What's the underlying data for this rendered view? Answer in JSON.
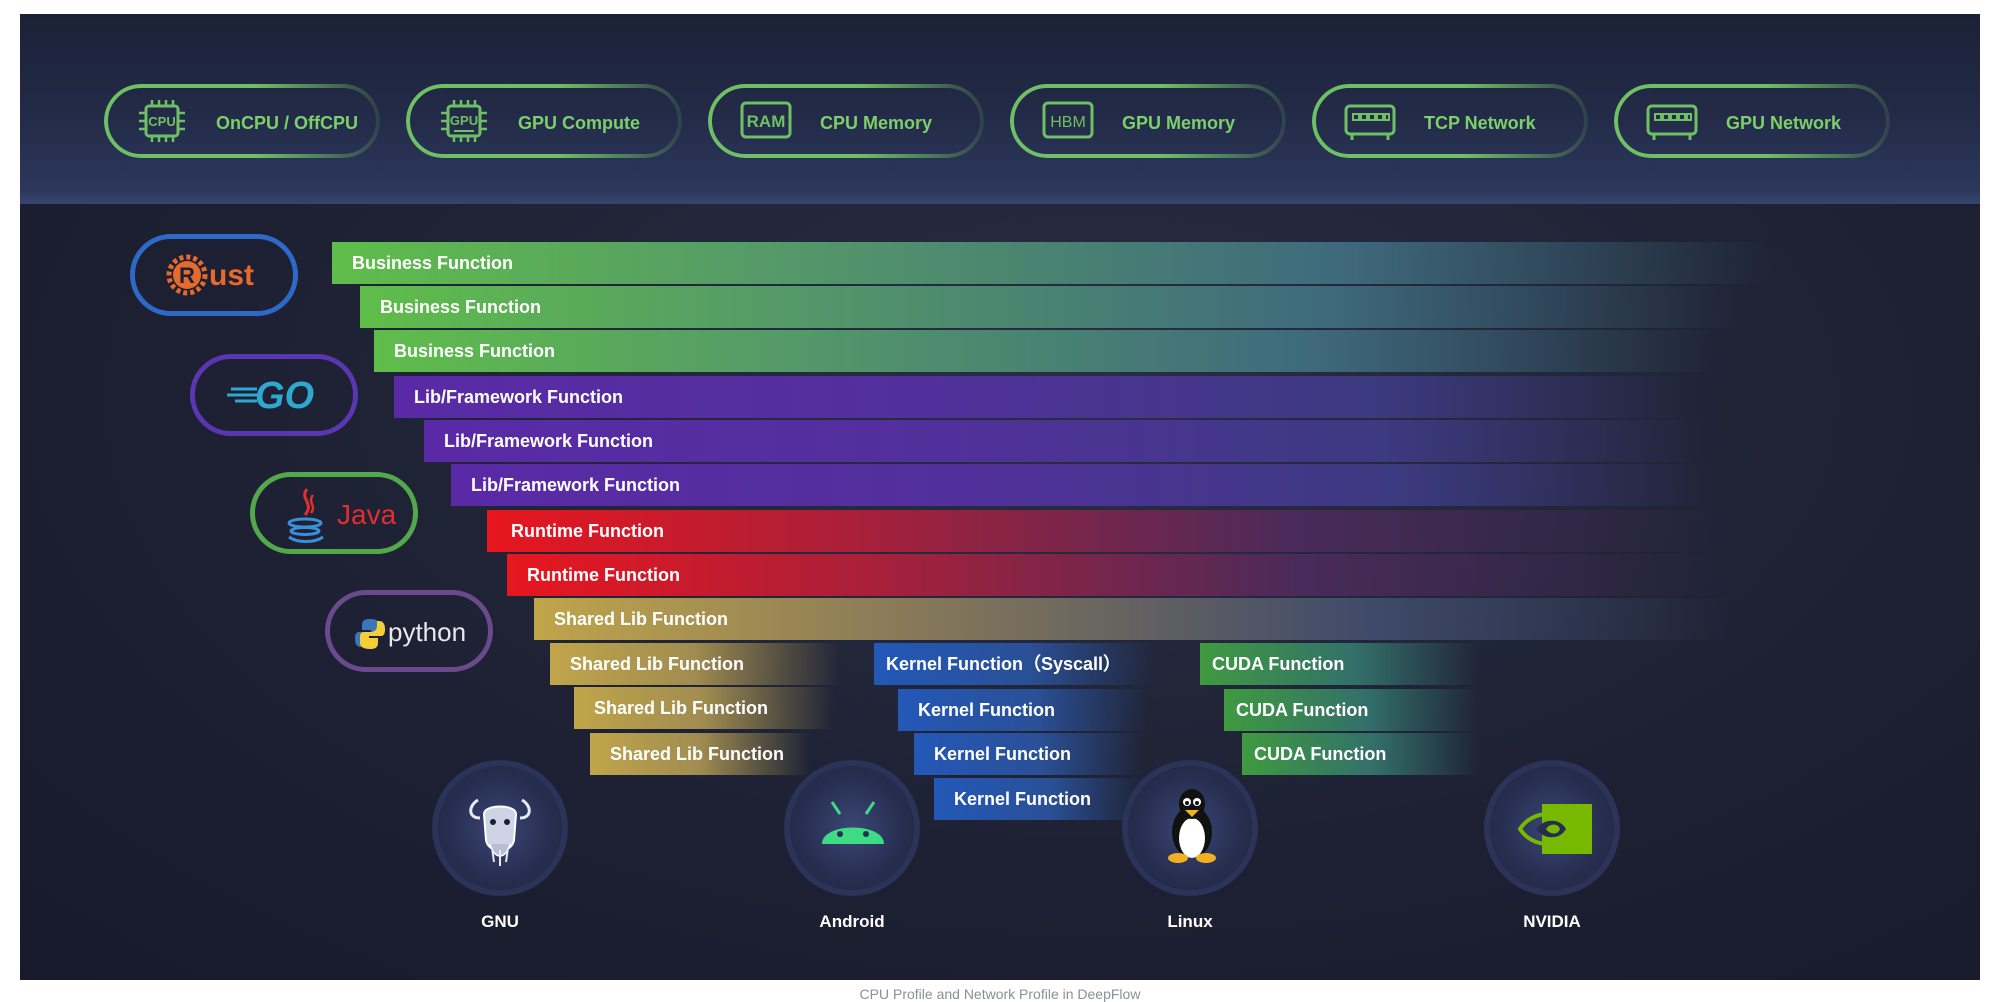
{
  "profile_types": [
    {
      "label": "OnCPU / OffCPU",
      "icon": "cpu-chip-icon",
      "icon_text": "CPU"
    },
    {
      "label": "GPU Compute",
      "icon": "gpu-chip-icon",
      "icon_text": "GPU"
    },
    {
      "label": "CPU Memory",
      "icon": "ram-icon",
      "icon_text": "RAM"
    },
    {
      "label": "GPU  Memory",
      "icon": "hbm-icon",
      "icon_text": "HBM"
    },
    {
      "label": "TCP Network",
      "icon": "network-switch-icon",
      "icon_text": ""
    },
    {
      "label": "GPU Network",
      "icon": "network-switch-icon",
      "icon_text": ""
    }
  ],
  "languages": [
    {
      "name": "Rust",
      "icon": "rust-logo-icon",
      "text": "ust",
      "color": "#e66a2c"
    },
    {
      "name": "Go",
      "icon": "go-logo-icon",
      "text": "GO",
      "color": "#2fa8d0"
    },
    {
      "name": "Java",
      "icon": "java-logo-icon",
      "text": "Java",
      "color": "#e02f2f"
    },
    {
      "name": "python",
      "icon": "python-logo-icon",
      "text": "python",
      "color": "#e8e8ee"
    }
  ],
  "stack_bars": [
    {
      "label": "Business Function",
      "kind": "business"
    },
    {
      "label": "Business Function",
      "kind": "business"
    },
    {
      "label": "Business Function",
      "kind": "business"
    },
    {
      "label": "Lib/Framework Function",
      "kind": "lib"
    },
    {
      "label": "Lib/Framework Function",
      "kind": "lib"
    },
    {
      "label": "Lib/Framework Function",
      "kind": "lib"
    },
    {
      "label": "Runtime Function",
      "kind": "runtime"
    },
    {
      "label": "Runtime Function",
      "kind": "runtime"
    },
    {
      "label": "Shared Lib Function",
      "kind": "shared"
    },
    {
      "label": "Shared Lib Function",
      "kind": "shared"
    },
    {
      "label": "Shared Lib Function",
      "kind": "shared"
    },
    {
      "label": "Shared Lib Function",
      "kind": "shared"
    },
    {
      "label": "Kernel Function（Syscall）",
      "kind": "kernel"
    },
    {
      "label": "Kernel Function",
      "kind": "kernel"
    },
    {
      "label": "Kernel Function",
      "kind": "kernel"
    },
    {
      "label": "Kernel Function",
      "kind": "kernel"
    },
    {
      "label": "CUDA Function",
      "kind": "cuda"
    },
    {
      "label": "CUDA Function",
      "kind": "cuda"
    },
    {
      "label": "CUDA Function",
      "kind": "cuda"
    }
  ],
  "platforms": [
    {
      "label": "GNU",
      "icon": "gnu-logo-icon"
    },
    {
      "label": "Android",
      "icon": "android-logo-icon"
    },
    {
      "label": "Linux",
      "icon": "tux-penguin-icon"
    },
    {
      "label": "NVIDIA",
      "icon": "nvidia-logo-icon"
    }
  ],
  "colors": {
    "business": "#5fbd4a",
    "lib": "#5a2aa6",
    "runtime": "#e8161f",
    "shared": "#c0a54a",
    "kernel": "#2358b8",
    "cuda": "#3f9a40",
    "pill_border": "#6fbf64",
    "pill_text": "#7ccf6a"
  },
  "caption": "CPU Profile and Network Profile in DeepFlow"
}
